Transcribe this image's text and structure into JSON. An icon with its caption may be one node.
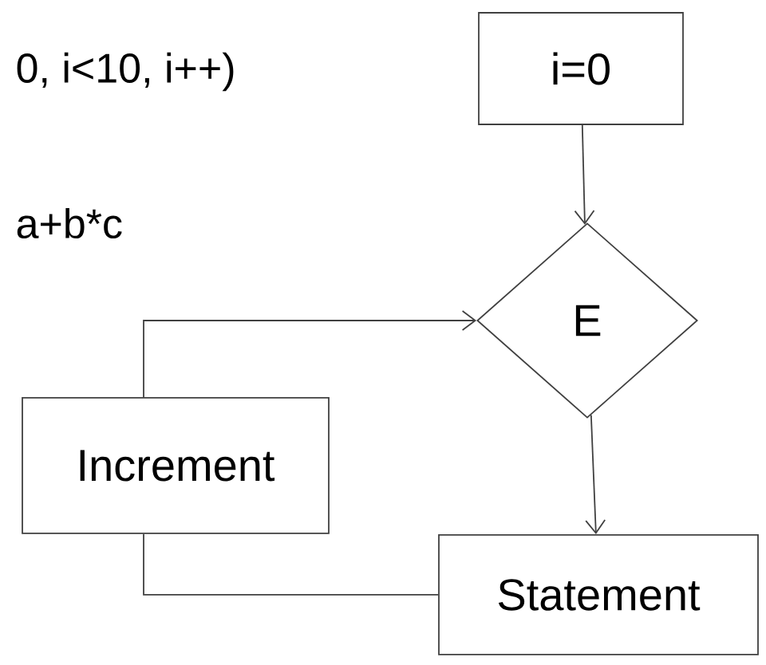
{
  "diagram": {
    "nodes": [
      {
        "text": [
          "i=0"
        ]
      },
      {
        "text": [
          "E"
        ]
      },
      {
        "text": [
          "Increment"
        ]
      },
      {
        "text": [
          "Statement"
        ]
      }
    ],
    "edges": [
      {
        "from": 0,
        "to": 1,
        "arrow": "to"
      },
      {
        "from": 1,
        "to": 3,
        "arrow": "to"
      },
      {
        "from": 3,
        "to": 2,
        "arrow": "none"
      },
      {
        "from": 2,
        "to": 1,
        "arrow": "to"
      }
    ],
    "labels": [
      "0, i<10, i++)",
      "a+b*c"
    ]
  }
}
